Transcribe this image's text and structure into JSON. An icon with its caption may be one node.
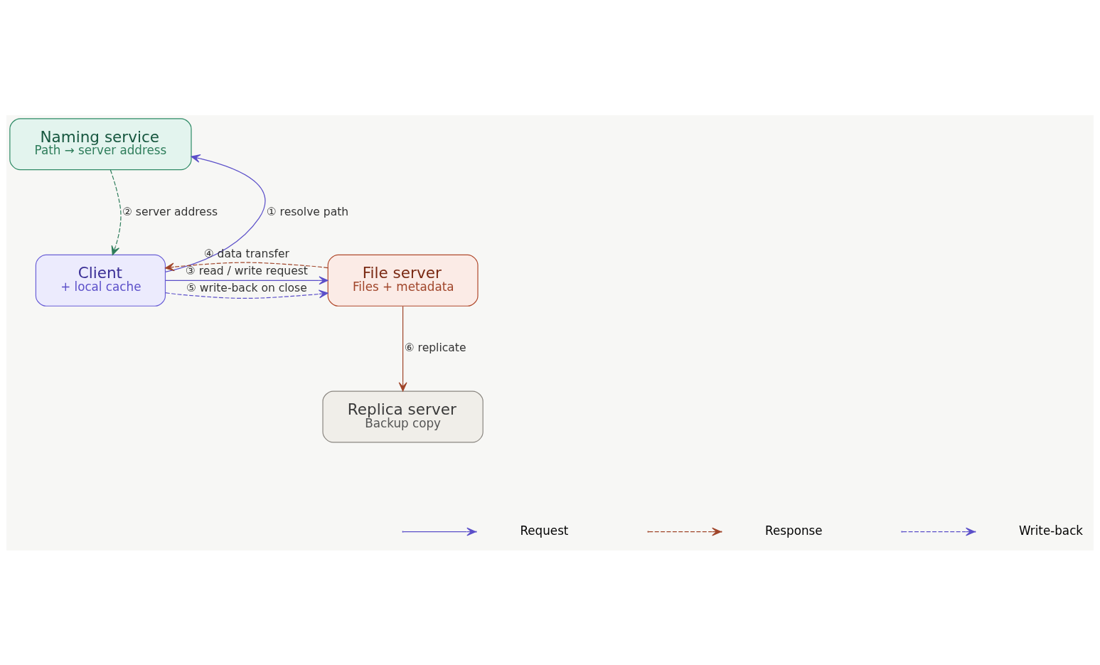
{
  "diagram": {
    "nodes": [
      {
        "text": [
          "Naming service",
          "Path → server address"
        ]
      },
      {
        "text": [
          "Client",
          "+ local cache"
        ]
      },
      {
        "text": [
          "File server",
          "Files + metadata"
        ]
      },
      {
        "text": [
          "Replica server",
          "Backup copy"
        ]
      }
    ],
    "edges": [
      {
        "from": 1,
        "to": 0,
        "arrow": "to",
        "label": "① resolve path"
      },
      {
        "from": 0,
        "to": 1,
        "arrow": "to",
        "label": "② server address",
        "style": "dashed",
        "color": "#2e7d5b"
      },
      {
        "from": 1,
        "to": 2,
        "arrow": "to",
        "label": "③ read / write request"
      },
      {
        "from": 2,
        "to": 1,
        "arrow": "to",
        "label": "④ data transfer",
        "style": "dashed",
        "color": "#a0452a"
      },
      {
        "from": 1,
        "to": 2,
        "arrow": "to",
        "label": "⑤ write-back on close",
        "style": "dashed"
      },
      {
        "from": 2,
        "to": 3,
        "arrow": "to",
        "label": "⑥ replicate",
        "color": "#a0452a"
      }
    ],
    "legend": [
      {
        "text": "Request"
      },
      {
        "text": "Response"
      },
      {
        "text": "Write-back"
      }
    ]
  }
}
